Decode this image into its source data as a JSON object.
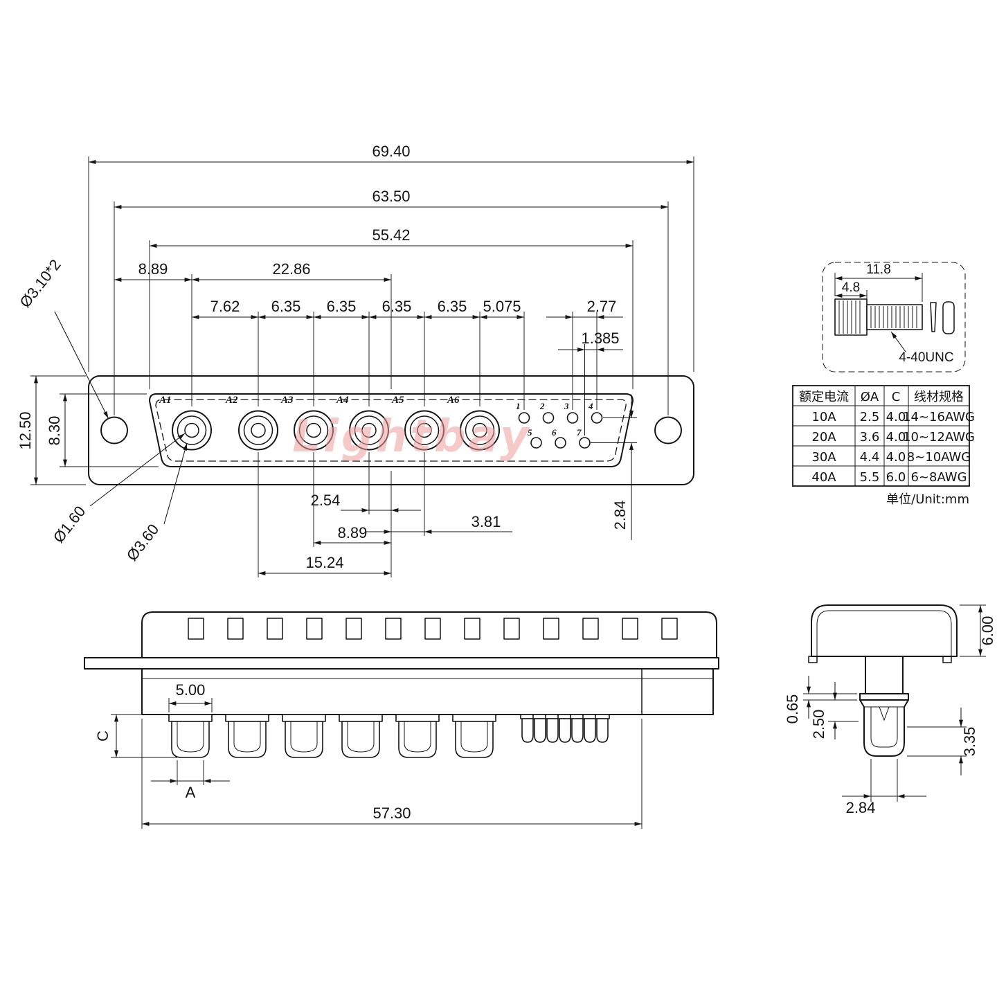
{
  "watermark": "Lightbay",
  "front_view": {
    "pins_a": [
      "A1",
      "A2",
      "A3",
      "A4",
      "A5",
      "A6"
    ],
    "pins_small": [
      "1",
      "2",
      "3",
      "4",
      "5",
      "6",
      "7"
    ],
    "dims": {
      "total_width": "69.40",
      "mount_spacing": "63.50",
      "shell_width": "55.42",
      "mount_to_a1": "8.89",
      "a1_to_center": "22.86",
      "a1_a2_pitch": "7.62",
      "a2_a3_pitch": "6.35",
      "a3_a4_pitch": "6.35",
      "a4_a5_pitch": "6.35",
      "a5_a6_pitch": "6.35",
      "a6_pin1_pitch": "5.075",
      "small_pitch": "2.77",
      "row_offset": "1.385",
      "flange_height": "12.50",
      "shell_height": "8.30",
      "mount_hole": "Ø3.10*2",
      "pin_hole": "Ø1.60",
      "pin_od": "Ø3.60",
      "a4_to_center": "2.54",
      "center_to_a5": "3.81",
      "a3_to_center": "8.89",
      "a2_to_center": "15.24",
      "row_gap": "2.84"
    }
  },
  "screw_detail": {
    "length": "11.8",
    "head_length": "4.8",
    "thread_spec": "4-40UNC"
  },
  "spec_table": {
    "headers": [
      "额定电流",
      "ØA",
      "C",
      "线材规格"
    ],
    "rows": [
      [
        "10A",
        "2.5",
        "4.0",
        "14~16AWG"
      ],
      [
        "20A",
        "3.6",
        "4.0",
        "10~12AWG"
      ],
      [
        "30A",
        "4.4",
        "4.0",
        "8~10AWG"
      ],
      [
        "40A",
        "5.5",
        "6.0",
        "6~8AWG"
      ]
    ],
    "unit_note": "单位/Unit:mm"
  },
  "rear_view": {
    "dims": {
      "cup_od": "5.00",
      "cup_depth_label": "C",
      "cup_id_label": "A",
      "body_width": "57.30"
    }
  },
  "side_view": {
    "dims": {
      "shell_height": "6.00",
      "lip": "0.65",
      "neck": "2.50",
      "cup_width": "2.84",
      "cup_length": "3.35"
    }
  }
}
